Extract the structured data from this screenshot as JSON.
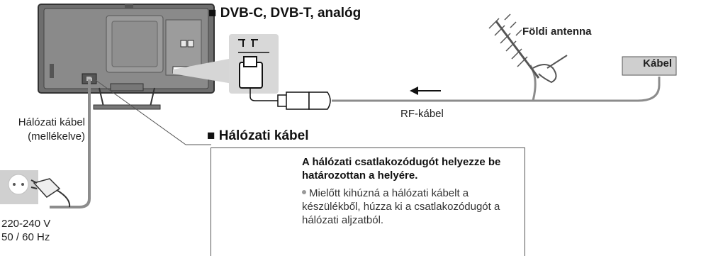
{
  "sections": {
    "rf_heading": "DVB-C, DVB-T, analóg",
    "mains_heading": "Hálózati kábel"
  },
  "labels": {
    "terrestrial_antenna": "Földi antenna",
    "cable": "Kábel",
    "rf_cable": "RF-kábel",
    "mains_lead_line1": "Hálózati kábel",
    "mains_lead_line2": "(mellékelve)",
    "voltage": "220-240 V",
    "frequency": "50 / 60 Hz"
  },
  "instructions": {
    "main": "A hálózati csatlakozódugót helyezze be határozottan a helyére.",
    "bullet": "Mielőtt kihúzná a hálózati kábelt a készülékből, húzza ki a csatlakozódugót a hálózati aljzatból."
  },
  "colors": {
    "tv_body": "#6e6e6e",
    "tv_panel": "#8a8a8a",
    "cable_grey": "#8c8c8c",
    "detail_bg": "#d8d8d8",
    "cable_box": "#cfcfcf"
  },
  "icons": [
    "square-bullet-icon",
    "arrow-left-icon",
    "arrow-up-icon",
    "antenna-icon",
    "power-plug-icon",
    "wall-socket-icon",
    "rf-connector-icon"
  ]
}
